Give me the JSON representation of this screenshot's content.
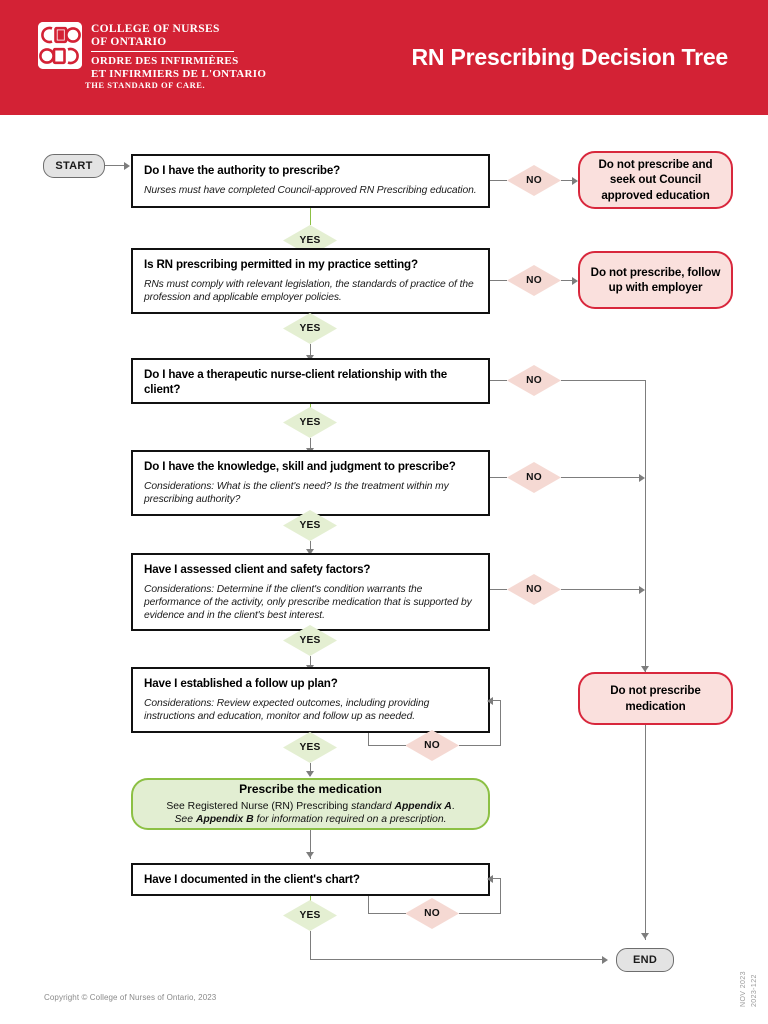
{
  "header": {
    "org_line1": "COLLEGE OF NURSES",
    "org_line2": "OF ONTARIO",
    "org_line3": "ORDRE DES INFIRMIÈRES",
    "org_line4": "ET INFIRMIERS DE L'ONTARIO",
    "tagline": "THE STANDARD OF CARE.",
    "title": "RN Prescribing Decision Tree",
    "brand_red": "#d32235",
    "logo_icon": "cno-oiio-logo"
  },
  "flow": {
    "start_label": "START",
    "end_label": "END",
    "yes_label": "YES",
    "no_label": "NO",
    "steps": [
      {
        "id": "authority",
        "title": "Do I have the authority to prescribe?",
        "sub": "Nurses must have completed Council-approved RN Prescribing education."
      },
      {
        "id": "practice-setting",
        "title": "Is RN prescribing permitted in my practice setting?",
        "sub": "RNs must comply with relevant legislation, the standards of practice of the profession and applicable employer policies."
      },
      {
        "id": "therapeutic-relationship",
        "title": "Do I have a therapeutic nurse-client relationship with the client?",
        "sub": ""
      },
      {
        "id": "knowledge-skill-judgment",
        "title": "Do I have the knowledge, skill and judgment to prescribe?",
        "sub": "Considerations: What is the client's need? Is the treatment within my prescribing authority?"
      },
      {
        "id": "client-safety-factors",
        "title": "Have I assessed client and safety factors?",
        "sub": "Considerations: Determine if the client's condition warrants the performance of the activity, only prescribe medication that is supported by evidence and in the client's best interest."
      },
      {
        "id": "follow-up-plan",
        "title": "Have I established a follow up plan?",
        "sub": "Considerations: Review expected outcomes, including providing instructions and education, monitor and follow up as needed."
      },
      {
        "id": "documented-chart",
        "title": "Have I documented in the client's chart?",
        "sub": ""
      }
    ],
    "outcomes": [
      {
        "id": "no-authority",
        "text": "Do not prescribe and seek out Council approved education"
      },
      {
        "id": "not-permitted",
        "text": "Do not prescribe, follow up with employer"
      },
      {
        "id": "no-medication",
        "text": "Do not prescribe medication"
      }
    ],
    "prescribe": {
      "title": "Prescribe the medication",
      "line1_a": "See Registered Nurse (RN) Prescribing ",
      "line1_b": "standard ",
      "line1_c": "Appendix A",
      "line1_d": ".",
      "line2_a": "See ",
      "line2_b": "Appendix B",
      "line2_c": " for information required on a prescription."
    }
  },
  "footer": {
    "copyright": "Copyright © College of Nurses of Ontario, 2023",
    "date_code": "NOV 2023",
    "doc_code": "2023-122"
  },
  "colors": {
    "brand_red": "#d32235",
    "pill_fill": "#fae0dd",
    "pill_border": "#d8273c",
    "green_fill": "#e2eed2",
    "green_border": "#8cc044",
    "diamond_no": "#f5d9d3",
    "diamond_yes": "#e4efd2",
    "connector": "#7d7d7d"
  }
}
